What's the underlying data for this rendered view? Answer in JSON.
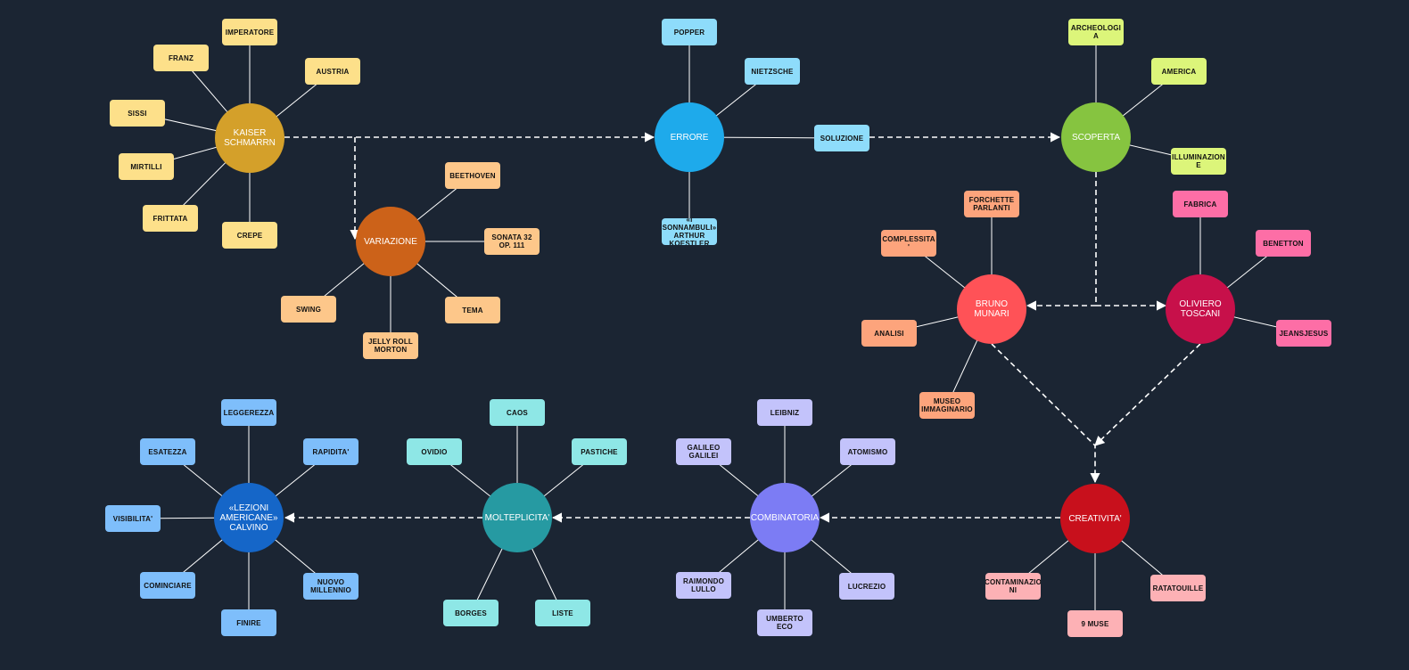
{
  "clusters": [
    {
      "id": "kaiser",
      "label": "KAISER\nSCHMARRN",
      "color": "#d4a02a",
      "leafColor": "#fde08a",
      "leaves": [
        "IMPERATORE",
        "AUSTRIA",
        "FRANZ",
        "SISSI",
        "MIRTILLI",
        "FRITTATA",
        "CREPE"
      ]
    },
    {
      "id": "variazione",
      "label": "VARIAZIONE",
      "color": "#cc6219",
      "leafColor": "#fdc78a",
      "leaves": [
        "BEETHOVEN",
        "SONATA 32\nOP. 111",
        "TEMA",
        "JELLY ROLL\nMORTON",
        "SWING"
      ]
    },
    {
      "id": "errore",
      "label": "ERRORE",
      "color": "#1eaaeb",
      "leafColor": "#8edcfb",
      "leaves": [
        "POPPER",
        "NIETZSCHE",
        "SOLUZIONE",
        "«I\nSONNAMBULI»\nARTHUR\nKOESTLER"
      ]
    },
    {
      "id": "scoperta",
      "label": "SCOPERTA",
      "color": "#86c440",
      "leafColor": "#dcf57a",
      "leaves": [
        "ARCHEOLOGI\nA",
        "AMERICA",
        "ILLUMINAZION\nE"
      ]
    },
    {
      "id": "munari",
      "label": "BRUNO\nMUNARI",
      "color": "#ff5257",
      "leafColor": "#fda47c",
      "leaves": [
        "FORCHETTE\nPARLANTI",
        "COMPLESSITA\n'",
        "ANALISI",
        "MUSEO\nIMMAGINARIO"
      ]
    },
    {
      "id": "toscani",
      "label": "OLIVIERO\nTOSCANI",
      "color": "#c7104a",
      "leafColor": "#fd6ea6",
      "leaves": [
        "FABRICA",
        "BENETTON",
        "JEANSJESUS"
      ]
    },
    {
      "id": "creativita",
      "label": "CREATIVITA'",
      "color": "#c8101c",
      "leafColor": "#fdb1b5",
      "leaves": [
        "CONTAMINAZIO\nNI",
        "9 MUSE",
        "RATATOUILLE"
      ]
    },
    {
      "id": "combinatoria",
      "label": "COMBINATORIA",
      "color": "#7c7cf4",
      "leafColor": "#c3c3fb",
      "leaves": [
        "LEIBNIZ",
        "GALILEO\nGALILEI",
        "ATOMISMO",
        "RAIMONDO\nLULLO",
        "LUCREZIO",
        "UMBERTO\nECO"
      ]
    },
    {
      "id": "molteplicita",
      "label": "MOLTEPLICITA'",
      "color": "#269aa2",
      "leafColor": "#8ee7e6",
      "leaves": [
        "CAOS",
        "OVIDIO",
        "PASTICHE",
        "BORGES",
        "LISTE"
      ]
    },
    {
      "id": "calvino",
      "label": "«LEZIONI\nAMERICANE»\nCALVINO",
      "color": "#1566c8",
      "leafColor": "#7ebefb",
      "leaves": [
        "LEGGEREZZA",
        "ESATEZZA",
        "RAPIDITA'",
        "VISIBILITA'",
        "COMINCIARE",
        "NUOVO\nMILLENNIO",
        "FINIRE"
      ]
    }
  ],
  "colors": {
    "background": "#1b2533",
    "connector": "#ffffff"
  }
}
